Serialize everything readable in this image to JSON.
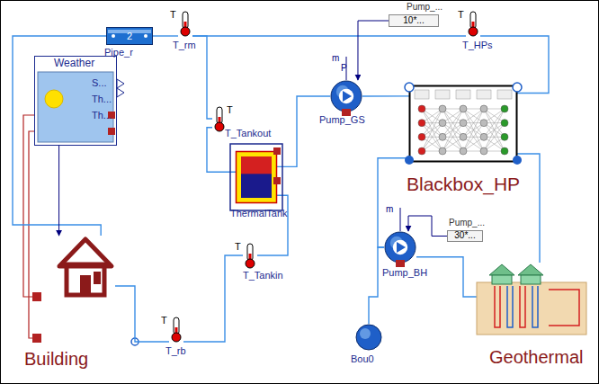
{
  "diagram": {
    "nodes": [
      {
        "text": [
          "Weather",
          "S...",
          "Th...",
          "Th..."
        ]
      },
      {
        "text": [
          "Building"
        ]
      },
      {
        "text": [
          "2",
          "Pipe_r"
        ]
      },
      {
        "text": [
          "T",
          "T_rm"
        ]
      },
      {
        "text": [
          "T",
          "T_Tankout"
        ]
      },
      {
        "text": [
          "ThermalTank"
        ]
      },
      {
        "text": [
          "T",
          "T_Tankin"
        ]
      },
      {
        "text": [
          "T",
          "T_rb"
        ]
      },
      {
        "text": [
          "m",
          "P",
          "Pump_GS"
        ]
      },
      {
        "text": [
          "Pump_...",
          "10*..."
        ]
      },
      {
        "text": [
          "T",
          "T_HPs"
        ]
      },
      {
        "text": [
          "Blackbox_HP"
        ]
      },
      {
        "text": [
          "m",
          "Pump_BH"
        ]
      },
      {
        "text": [
          "Pump_...",
          "30*..."
        ]
      },
      {
        "text": [
          "Bou0"
        ]
      },
      {
        "text": [
          "Geothermal"
        ]
      }
    ],
    "edges": [
      {
        "from": 2,
        "to": 3,
        "arrow": "none"
      },
      {
        "from": 3,
        "to": 4,
        "arrow": "none"
      },
      {
        "from": 4,
        "to": 5,
        "arrow": "none"
      },
      {
        "from": 5,
        "to": 6,
        "arrow": "none"
      },
      {
        "from": 6,
        "to": 7,
        "arrow": "none"
      },
      {
        "from": 7,
        "to": 1,
        "arrow": "none"
      },
      {
        "from": 1,
        "to": 2,
        "arrow": "none"
      },
      {
        "from": 0,
        "to": 1,
        "arrow": "to"
      },
      {
        "from": 5,
        "to": 8,
        "arrow": "none"
      },
      {
        "from": 8,
        "to": 11,
        "arrow": "none"
      },
      {
        "from": 11,
        "to": 10,
        "arrow": "none"
      },
      {
        "from": 10,
        "to": 3,
        "arrow": "none"
      },
      {
        "from": 9,
        "to": 8,
        "arrow": "to"
      },
      {
        "from": 11,
        "to": 12,
        "arrow": "none"
      },
      {
        "from": 14,
        "to": 12,
        "arrow": "none"
      },
      {
        "from": 13,
        "to": 12,
        "arrow": "to"
      },
      {
        "from": 12,
        "to": 15,
        "arrow": "none"
      },
      {
        "from": 15,
        "to": 11,
        "arrow": "none"
      }
    ]
  }
}
